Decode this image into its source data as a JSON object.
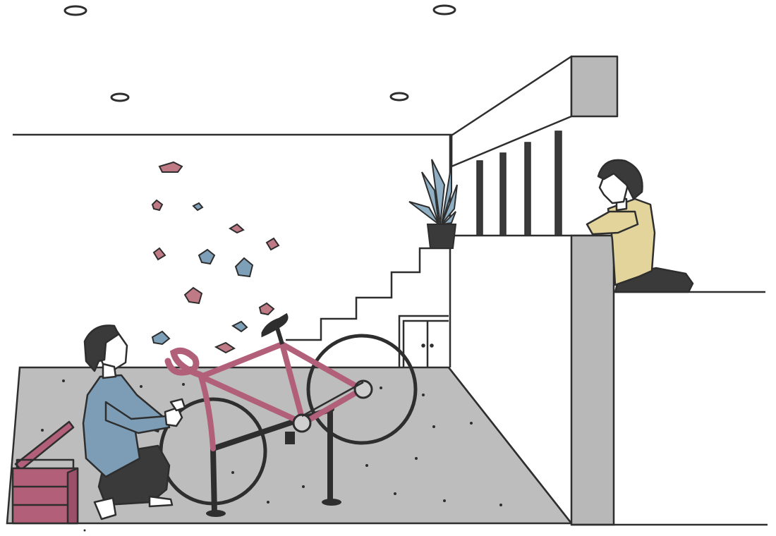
{
  "palette": {
    "outline": "#2e2e2e",
    "floor": "#bdbdbd",
    "wall_gray": "#b8b8b8",
    "bike_pink": "#b25f7a",
    "shirt_blue": "#7c9db5",
    "sweater_yellow": "#e2d49b",
    "pants_dark": "#3a3a3a",
    "plant_blue": "#8fb0c4",
    "hold_pink": "#c07a86",
    "hold_blue": "#7e9fb8",
    "white": "#ffffff"
  },
  "climbing_holds": [
    {
      "color": "pink"
    },
    {
      "color": "pink"
    },
    {
      "color": "blue"
    },
    {
      "color": "pink"
    },
    {
      "color": "pink"
    },
    {
      "color": "pink"
    },
    {
      "color": "blue"
    },
    {
      "color": "blue"
    },
    {
      "color": "pink"
    },
    {
      "color": "pink"
    },
    {
      "color": "blue"
    },
    {
      "color": "blue"
    },
    {
      "color": "pink"
    }
  ],
  "ceiling_lights": 4
}
